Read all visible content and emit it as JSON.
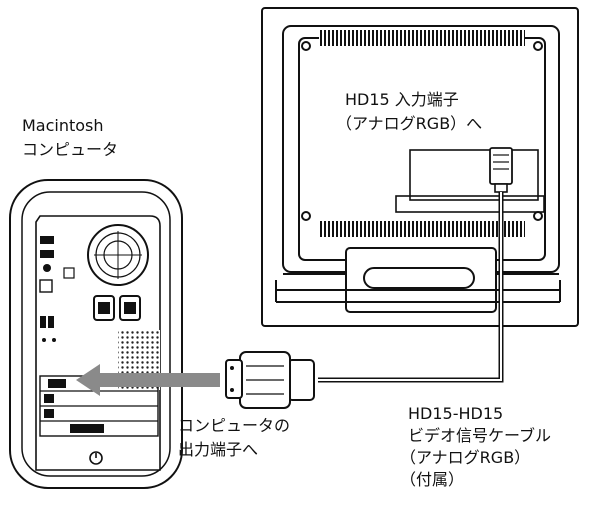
{
  "labels": {
    "computer_line1": "Macintosh",
    "computer_line2": "コンピュータ",
    "input_line1": "HD15 入力端子",
    "input_line2": "（アナログRGB）へ",
    "output_line1": "コンピュータの",
    "output_line2": "出力端子へ",
    "cable_line1": "HD15-HD15",
    "cable_line2": "ビデオ信号ケーブル",
    "cable_line3": "（アナログRGB）",
    "cable_line4": "（付属）"
  },
  "icons": {
    "computer": "macintosh-tower-rear-icon",
    "monitor": "lcd-monitor-rear-icon",
    "cable": "hd15-video-cable-icon",
    "direction": "arrow-left-icon"
  },
  "colors": {
    "line": "#111111",
    "fill": "#ffffff",
    "arrow": "#8a8a8a"
  }
}
